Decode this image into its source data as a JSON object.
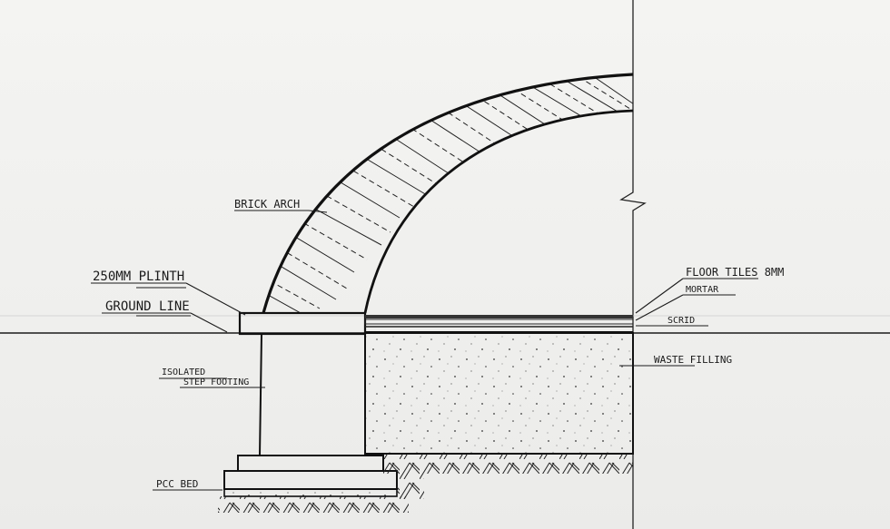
{
  "diagram": {
    "type": "architectural section sketch",
    "subject": "Brick arch on plinth with isolated step footing and floor build-up",
    "ink_color": "#1b1b1b",
    "paper_color": "#f2f2f0",
    "labels": {
      "brick_arch": "BRICK ARCH",
      "plinth": "250MM PLINTH",
      "ground_line": "GROUND LINE",
      "footing_line1": "ISOLATED",
      "footing_line2": "STEP FOOTING",
      "pcc_bed": "PCC BED",
      "floor_tiles": "FLOOR TILES 8MM",
      "mortar": "MORTAR",
      "screed": "SCRID",
      "waste_filling": "WASTE FILLING"
    }
  }
}
